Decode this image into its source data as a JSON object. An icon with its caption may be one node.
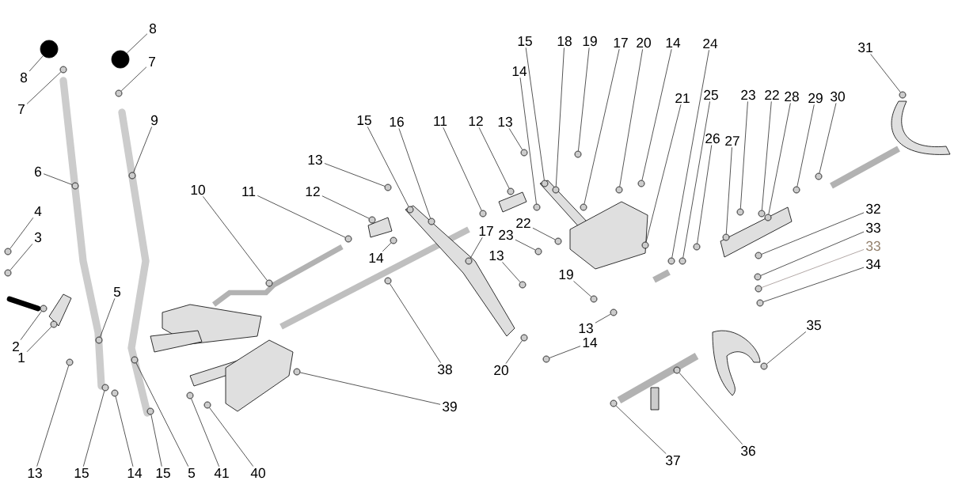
{
  "diagram": {
    "nodes": [
      {
        "text": [
          "8"
        ]
      },
      {
        "text": [
          "15"
        ]
      },
      {
        "text": [
          "18"
        ]
      },
      {
        "text": [
          "19"
        ]
      },
      {
        "text": [
          "17"
        ]
      },
      {
        "text": [
          "20"
        ]
      },
      {
        "text": [
          "14"
        ]
      },
      {
        "text": [
          "24"
        ]
      },
      {
        "text": [
          "31"
        ]
      },
      {
        "text": [
          "7"
        ]
      },
      {
        "text": [
          "14"
        ]
      },
      {
        "text": [
          "8"
        ]
      },
      {
        "text": [
          "25"
        ]
      },
      {
        "text": [
          "23"
        ]
      },
      {
        "text": [
          "22"
        ]
      },
      {
        "text": [
          "28"
        ]
      },
      {
        "text": [
          "29"
        ]
      },
      {
        "text": [
          "30"
        ]
      },
      {
        "text": [
          "21"
        ]
      },
      {
        "text": [
          "7"
        ]
      },
      {
        "text": [
          "9"
        ]
      },
      {
        "text": [
          "15"
        ]
      },
      {
        "text": [
          "16"
        ]
      },
      {
        "text": [
          "11"
        ]
      },
      {
        "text": [
          "12"
        ]
      },
      {
        "text": [
          "13"
        ]
      },
      {
        "text": [
          "26"
        ]
      },
      {
        "text": [
          "27"
        ]
      },
      {
        "text": [
          "13"
        ]
      },
      {
        "text": [
          "6"
        ]
      },
      {
        "text": [
          "10"
        ]
      },
      {
        "text": [
          "11"
        ]
      },
      {
        "text": [
          "12"
        ]
      },
      {
        "text": [
          "32"
        ]
      },
      {
        "text": [
          "4"
        ]
      },
      {
        "text": [
          "22"
        ]
      },
      {
        "text": [
          "33"
        ]
      },
      {
        "text": [
          "17"
        ]
      },
      {
        "text": [
          "23"
        ]
      },
      {
        "text": [
          "3"
        ]
      },
      {
        "text": [
          "33"
        ]
      },
      {
        "text": [
          "13"
        ]
      },
      {
        "text": [
          "14"
        ]
      },
      {
        "text": [
          "34"
        ]
      },
      {
        "text": [
          "19"
        ]
      },
      {
        "text": [
          "5"
        ]
      },
      {
        "text": [
          "35"
        ]
      },
      {
        "text": [
          "13"
        ]
      },
      {
        "text": [
          "14"
        ]
      },
      {
        "text": [
          "2"
        ]
      },
      {
        "text": [
          "1"
        ]
      },
      {
        "text": [
          "38"
        ]
      },
      {
        "text": [
          "20"
        ]
      },
      {
        "text": [
          "39"
        ]
      },
      {
        "text": [
          "36"
        ]
      },
      {
        "text": [
          "37"
        ]
      },
      {
        "text": [
          "13"
        ]
      },
      {
        "text": [
          "15"
        ]
      },
      {
        "text": [
          "14"
        ]
      },
      {
        "text": [
          "15"
        ]
      },
      {
        "text": [
          "5"
        ]
      },
      {
        "text": [
          "41"
        ]
      },
      {
        "text": [
          "40"
        ]
      },
      {
        "text": [],
        "shape": "circle"
      },
      {
        "text": [],
        "shape": "circle"
      },
      {
        "text": [],
        "shape": "circle"
      },
      {
        "text": [],
        "shape": "circle"
      },
      {
        "text": [],
        "shape": "circle"
      },
      {
        "text": [],
        "shape": "circle"
      },
      {
        "text": [],
        "shape": "circle"
      },
      {
        "text": [],
        "shape": "circle"
      },
      {
        "text": [],
        "shape": "circle"
      },
      {
        "text": [],
        "shape": "circle"
      },
      {
        "text": [],
        "shape": "circle"
      },
      {
        "text": [],
        "shape": "circle"
      },
      {
        "text": [],
        "shape": "circle"
      },
      {
        "text": [],
        "shape": "circle"
      },
      {
        "text": [],
        "shape": "circle"
      },
      {
        "text": [],
        "shape": "circle"
      },
      {
        "text": [],
        "shape": "circle"
      },
      {
        "text": [],
        "shape": "circle"
      },
      {
        "text": [],
        "shape": "circle"
      },
      {
        "text": [],
        "shape": "circle"
      },
      {
        "text": [],
        "shape": "circle"
      },
      {
        "text": [],
        "shape": "circle"
      },
      {
        "text": [],
        "shape": "circle"
      },
      {
        "text": [],
        "shape": "circle"
      },
      {
        "text": [],
        "shape": "circle"
      },
      {
        "text": [],
        "shape": "circle"
      },
      {
        "text": [],
        "shape": "circle"
      },
      {
        "text": [],
        "shape": "circle"
      },
      {
        "text": [],
        "shape": "circle"
      },
      {
        "text": [],
        "shape": "circle"
      },
      {
        "text": [],
        "shape": "circle"
      },
      {
        "text": [],
        "shape": "circle"
      },
      {
        "text": [],
        "shape": "circle"
      },
      {
        "text": [],
        "shape": "circle"
      },
      {
        "text": [],
        "shape": "circle"
      },
      {
        "text": [],
        "shape": "circle"
      },
      {
        "text": [],
        "shape": "circle"
      },
      {
        "text": [],
        "shape": "circle"
      },
      {
        "text": [],
        "shape": "circle"
      },
      {
        "text": [],
        "shape": "circle"
      },
      {
        "text": [],
        "shape": "circle"
      },
      {
        "text": [],
        "shape": "circle"
      },
      {
        "text": [],
        "shape": "circle"
      },
      {
        "text": [],
        "shape": "circle"
      },
      {
        "text": [],
        "shape": "circle"
      },
      {
        "text": [],
        "shape": "circle"
      },
      {
        "text": [],
        "shape": "circle"
      },
      {
        "text": [],
        "shape": "circle"
      },
      {
        "text": [],
        "shape": "circle"
      },
      {
        "text": [],
        "shape": "circle"
      },
      {
        "text": [],
        "shape": "circle"
      },
      {
        "text": [],
        "shape": "circle"
      },
      {
        "text": [],
        "shape": "circle"
      },
      {
        "text": [],
        "shape": "circle"
      },
      {
        "text": [],
        "shape": "circle"
      },
      {
        "text": [],
        "shape": "circle"
      },
      {
        "text": [],
        "shape": "circle"
      },
      {
        "text": [],
        "shape": "circle"
      },
      {
        "text": [],
        "shape": "circle"
      },
      {
        "text": [],
        "shape": "circle"
      },
      {
        "text": [],
        "shape": "circle"
      },
      {
        "text": [],
        "shape": "circle"
      },
      {
        "text": [],
        "shape": "circle"
      }
    ],
    "edges": [
      {
        "from": 0,
        "to": 63,
        "arrow": "none"
      },
      {
        "from": 1,
        "to": 64,
        "arrow": "none"
      },
      {
        "from": 2,
        "to": 65,
        "arrow": "none"
      },
      {
        "from": 3,
        "to": 66,
        "arrow": "none"
      },
      {
        "from": 4,
        "to": 67,
        "arrow": "none"
      },
      {
        "from": 5,
        "to": 68,
        "arrow": "none"
      },
      {
        "from": 6,
        "to": 69,
        "arrow": "none"
      },
      {
        "from": 7,
        "to": 70,
        "arrow": "none"
      },
      {
        "from": 8,
        "to": 71,
        "arrow": "none"
      },
      {
        "from": 9,
        "to": 72,
        "arrow": "none"
      },
      {
        "from": 10,
        "to": 73,
        "arrow": "none"
      },
      {
        "from": 11,
        "to": 74,
        "arrow": "none"
      },
      {
        "from": 12,
        "to": 75,
        "arrow": "none"
      },
      {
        "from": 13,
        "to": 76,
        "arrow": "none"
      },
      {
        "from": 14,
        "to": 77,
        "arrow": "none"
      },
      {
        "from": 15,
        "to": 78,
        "arrow": "none"
      },
      {
        "from": 16,
        "to": 79,
        "arrow": "none"
      },
      {
        "from": 17,
        "to": 80,
        "arrow": "none"
      },
      {
        "from": 18,
        "to": 81,
        "arrow": "none"
      },
      {
        "from": 19,
        "to": 82,
        "arrow": "none"
      },
      {
        "from": 20,
        "to": 83,
        "arrow": "none"
      },
      {
        "from": 21,
        "to": 84,
        "arrow": "none"
      },
      {
        "from": 22,
        "to": 85,
        "arrow": "none"
      },
      {
        "from": 23,
        "to": 86,
        "arrow": "none"
      },
      {
        "from": 24,
        "to": 87,
        "arrow": "none"
      },
      {
        "from": 25,
        "to": 88,
        "arrow": "none"
      },
      {
        "from": 26,
        "to": 89,
        "arrow": "none"
      },
      {
        "from": 27,
        "to": 90,
        "arrow": "none"
      },
      {
        "from": 28,
        "to": 91,
        "arrow": "none"
      },
      {
        "from": 29,
        "to": 92,
        "arrow": "none"
      },
      {
        "from": 30,
        "to": 93,
        "arrow": "none"
      },
      {
        "from": 31,
        "to": 94,
        "arrow": "none"
      },
      {
        "from": 32,
        "to": 95,
        "arrow": "none"
      },
      {
        "from": 33,
        "to": 96,
        "arrow": "none"
      },
      {
        "from": 34,
        "to": 97,
        "arrow": "none"
      },
      {
        "from": 35,
        "to": 98,
        "arrow": "none"
      },
      {
        "from": 36,
        "to": 99,
        "arrow": "none"
      },
      {
        "from": 37,
        "to": 100,
        "arrow": "none"
      },
      {
        "from": 38,
        "to": 101,
        "arrow": "none"
      },
      {
        "from": 39,
        "to": 102,
        "arrow": "none"
      },
      {
        "from": 40,
        "to": 103,
        "arrow": "none",
        "color": "#8c7b78"
      },
      {
        "from": 41,
        "to": 104,
        "arrow": "none"
      },
      {
        "from": 42,
        "to": 105,
        "arrow": "none"
      },
      {
        "from": 43,
        "to": 106,
        "arrow": "none"
      },
      {
        "from": 44,
        "to": 107,
        "arrow": "none"
      },
      {
        "from": 45,
        "to": 108,
        "arrow": "none"
      },
      {
        "from": 46,
        "to": 109,
        "arrow": "none"
      },
      {
        "from": 47,
        "to": 110,
        "arrow": "none"
      },
      {
        "from": 48,
        "to": 111,
        "arrow": "none"
      },
      {
        "from": 49,
        "to": 112,
        "arrow": "none"
      },
      {
        "from": 50,
        "to": 113,
        "arrow": "none"
      },
      {
        "from": 51,
        "to": 114,
        "arrow": "none"
      },
      {
        "from": 52,
        "to": 115,
        "arrow": "none"
      },
      {
        "from": 53,
        "to": 116,
        "arrow": "none"
      },
      {
        "from": 54,
        "to": 117,
        "arrow": "none"
      },
      {
        "from": 55,
        "to": 118,
        "arrow": "none"
      },
      {
        "from": 56,
        "to": 119,
        "arrow": "none"
      },
      {
        "from": 57,
        "to": 120,
        "arrow": "none"
      },
      {
        "from": 58,
        "to": 121,
        "arrow": "none"
      },
      {
        "from": 59,
        "to": 122,
        "arrow": "none"
      },
      {
        "from": 60,
        "to": 123,
        "arrow": "none"
      },
      {
        "from": 61,
        "to": 124,
        "arrow": "none"
      },
      {
        "from": 62,
        "to": 125,
        "arrow": "none"
      }
    ]
  }
}
